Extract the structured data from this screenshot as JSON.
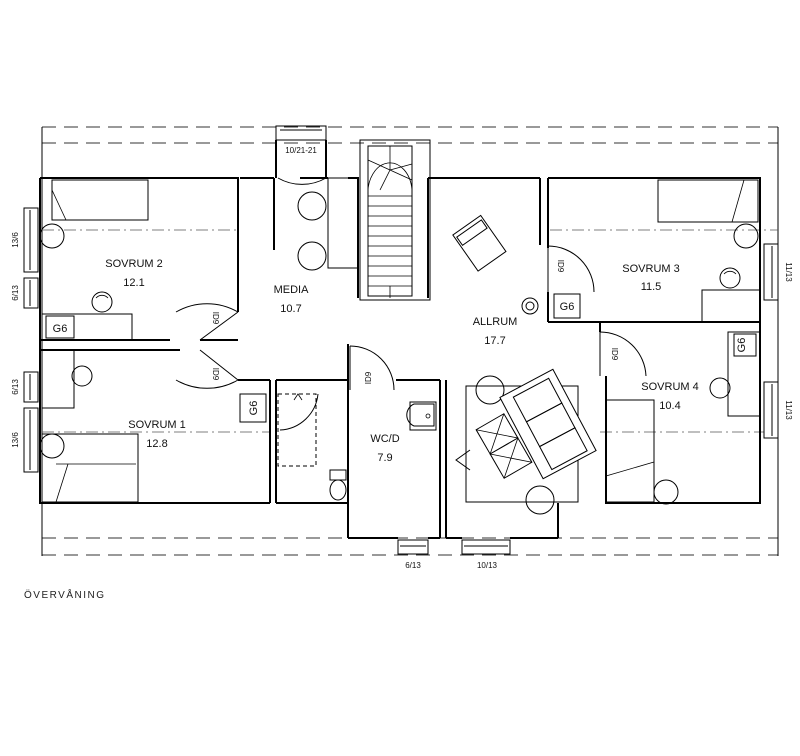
{
  "rooms": {
    "sovrum2": {
      "name": "SOVRUM 2",
      "area": "12.1"
    },
    "media": {
      "name": "MEDIA",
      "area": "10.7"
    },
    "allrum": {
      "name": "ALLRUM",
      "area": "17.7"
    },
    "sovrum3": {
      "name": "SOVRUM 3",
      "area": "11.5"
    },
    "sovrum1": {
      "name": "SOVRUM 1",
      "area": "12.8"
    },
    "wcd": {
      "name": "WC/D",
      "area": "7.9"
    },
    "sovrum4": {
      "name": "SOVRUM 4",
      "area": "10.4"
    }
  },
  "labels": {
    "g6": "G6",
    "id9": "ID9",
    "win_top": "10/21-21",
    "win_left_upper": "13/6",
    "win_left_mid1": "6/13",
    "win_left_mid2": "6/13",
    "win_left_lower": "13/6",
    "win_right_upper": "11/13",
    "win_right_lower": "11/13",
    "win_bottom_left": "6/13",
    "win_bottom_right": "10/13"
  },
  "caption": "ÖVERVÅNING"
}
